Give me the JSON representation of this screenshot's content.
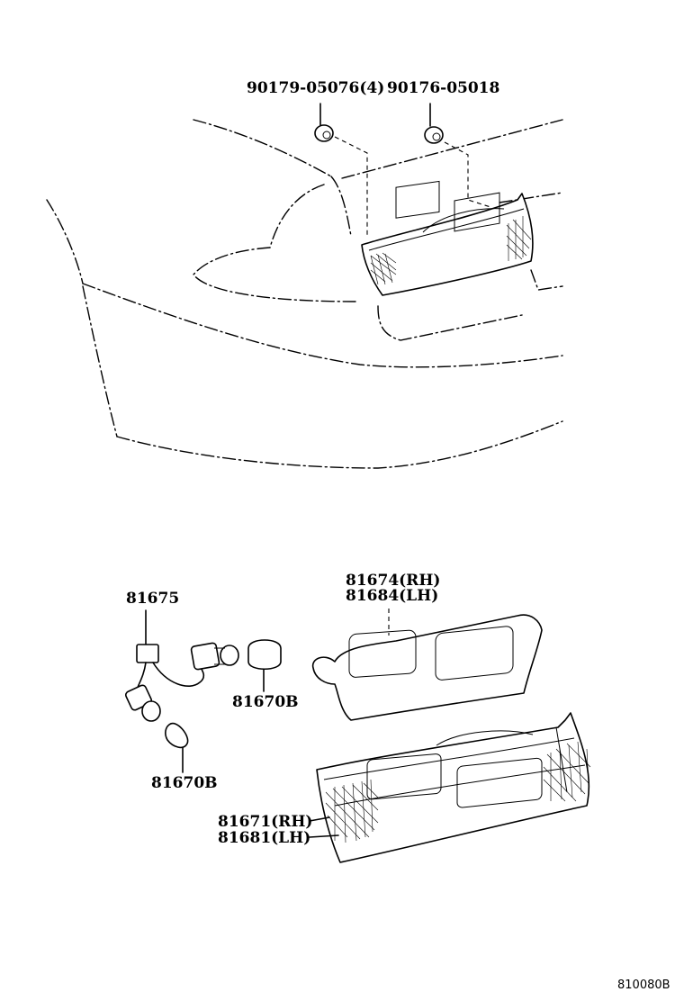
{
  "diagram": {
    "reference_number": "810080B",
    "parts": [
      {
        "id": "bolt-a",
        "label": "90179-05076(4)"
      },
      {
        "id": "bolt-b",
        "label": "90176-05018"
      },
      {
        "id": "socket-wire",
        "label": "81675"
      },
      {
        "id": "bulb-upper",
        "label": "81670B"
      },
      {
        "id": "bulb-lower",
        "label": "81670B"
      },
      {
        "id": "gasket",
        "label_line1": "81674(RH)",
        "label_line2": "81684(LH)"
      },
      {
        "id": "lamp-lens",
        "label_line1": "81671(RH)",
        "label_line2": "81681(LH)"
      }
    ]
  }
}
